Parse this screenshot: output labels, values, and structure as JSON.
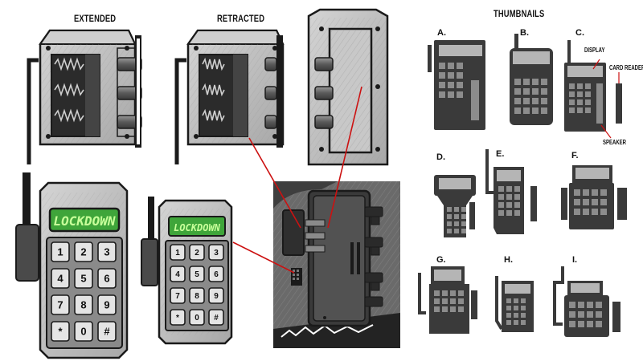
{
  "headings": {
    "extended": "EXTENDED",
    "retracted": "RETRACTED",
    "thumbnails": "THUMBNAILS"
  },
  "lcd": {
    "large": "LOCKDOWN",
    "small": "LOCKDOWN"
  },
  "keypad": {
    "keys": [
      "1",
      "2",
      "3",
      "4",
      "5",
      "6",
      "7",
      "8",
      "9",
      "*",
      "0",
      "#"
    ]
  },
  "thumbnails": {
    "labels": [
      "A.",
      "B.",
      "C.",
      "D.",
      "E.",
      "F.",
      "G.",
      "H.",
      "I."
    ],
    "callouts": {
      "display": "DISPLAY",
      "card_reader": "CARD READER",
      "speaker": "SPEAKER"
    }
  },
  "colors": {
    "metal": "#b9b9b9",
    "metal_dark": "#7d7d7d",
    "outline": "#1a1a1a",
    "lcd_green": "#3fa53a",
    "lcd_text": "#c8ff9a",
    "callout_red": "#cc1111",
    "thumb_dark": "#3a3a3a",
    "thumb_mid": "#8c8c8c"
  }
}
